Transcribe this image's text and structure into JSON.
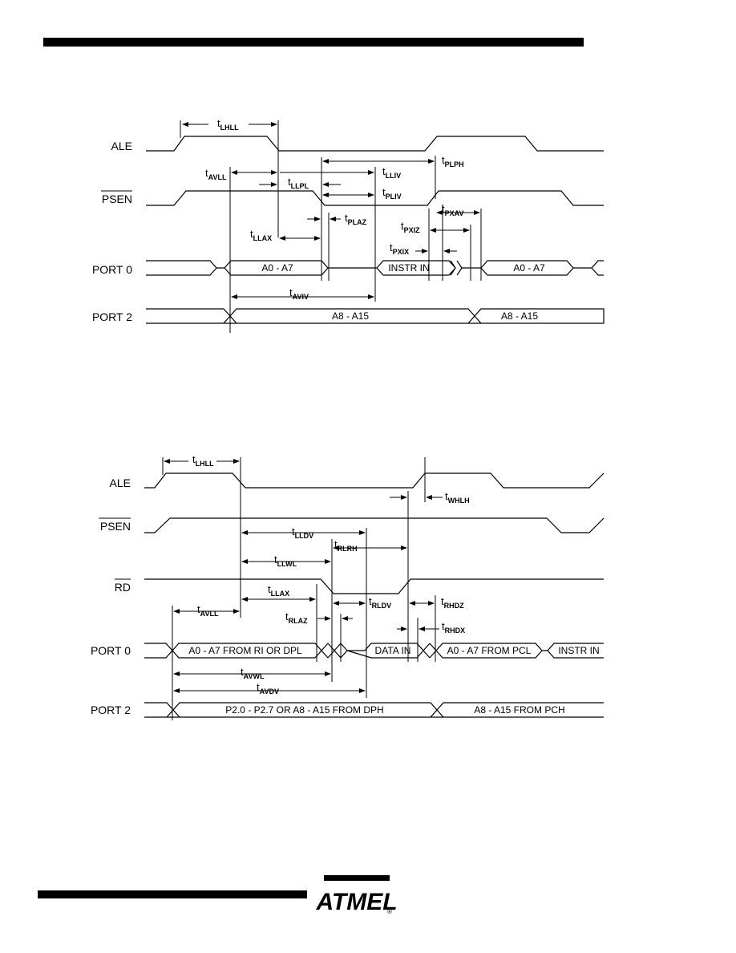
{
  "program_memory": {
    "signals": {
      "ale": "ALE",
      "psen": "PSEN",
      "port0": "PORT 0",
      "port2": "PORT 2"
    },
    "bus": {
      "a0a7": "A0 - A7",
      "instr_in": "INSTR IN",
      "a0a7_b": "A0 - A7",
      "a8a15": "A8 - A15",
      "a8a15_b": "A8 - A15"
    },
    "timing": {
      "tlhll": {
        "main": "t",
        "sub": "LHLL"
      },
      "tavll": {
        "main": "t",
        "sub": "AVLL"
      },
      "tllpl": {
        "main": "t",
        "sub": "LLPL"
      },
      "tlliv": {
        "main": "t",
        "sub": "LLIV"
      },
      "tplph": {
        "main": "t",
        "sub": "PLPH"
      },
      "tpliv": {
        "main": "t",
        "sub": "PLIV"
      },
      "tplaz": {
        "main": "t",
        "sub": "PLAZ"
      },
      "tllax": {
        "main": "t",
        "sub": "LLAX"
      },
      "tpxav": {
        "main": "t",
        "sub": "PXAV"
      },
      "tpxiz": {
        "main": "t",
        "sub": "PXIZ"
      },
      "tpxix": {
        "main": "t",
        "sub": "PXIX"
      },
      "taviv": {
        "main": "t",
        "sub": "AVIV"
      }
    }
  },
  "data_read": {
    "signals": {
      "ale": "ALE",
      "psen": "PSEN",
      "rd": "RD",
      "port0": "PORT  0",
      "port2": "PORT  2"
    },
    "bus": {
      "a0a7_ri": "A0  -  A7  FROM  RI  OR  DPL",
      "data_in": "DATA  IN",
      "a0a7_pcl": "A0  -  A7  FROM  PCL",
      "instr_in": "INSTR  IN",
      "p2_dph": "P2.0  -  P2.7  OR  A8  -  A15  FROM  DPH",
      "a8a15_pch": "A8  -  A15  FROM  PCH"
    },
    "timing": {
      "tlhll": {
        "main": "t",
        "sub": "LHLL"
      },
      "twhlh": {
        "main": "t",
        "sub": "WHLH"
      },
      "tlldv": {
        "main": "t",
        "sub": "LLDV"
      },
      "trlrh": {
        "main": "t",
        "sub": "RLRH"
      },
      "tllwl": {
        "main": "t",
        "sub": "LLWL"
      },
      "tllax": {
        "main": "t",
        "sub": "LLAX"
      },
      "trldv": {
        "main": "t",
        "sub": "RLDV"
      },
      "trhdz": {
        "main": "t",
        "sub": "RHDZ"
      },
      "tavll": {
        "main": "t",
        "sub": "AVLL"
      },
      "trlaz": {
        "main": "t",
        "sub": "RLAZ"
      },
      "trhdx": {
        "main": "t",
        "sub": "RHDX"
      },
      "tavwl": {
        "main": "t",
        "sub": "AVWL"
      },
      "tavdv": {
        "main": "t",
        "sub": "AVDV"
      }
    }
  },
  "logo": {
    "text": "ATMEL",
    "mark": "®"
  }
}
